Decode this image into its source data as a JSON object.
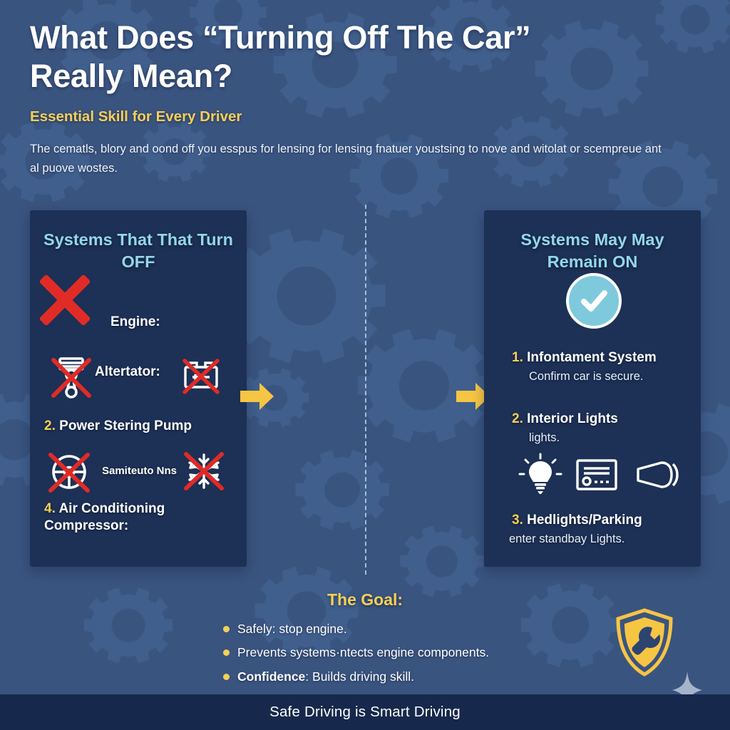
{
  "header": {
    "title": "What Does “Turning Off The Car” Really Mean?",
    "subtitle": "Essential Skill for Every Driver",
    "intro": "The cematls, blory and oond off you esspus for lensing for lensing fnatuer youstsing to nove and witolat or scempreue ant al puove wostes."
  },
  "panel_off": {
    "title": "Systems That That Turn OFF",
    "items": [
      {
        "num": "",
        "label": "Engine:",
        "icons": [
          "x-mark-icon"
        ]
      },
      {
        "num": "",
        "label": "Altertator:",
        "icons": [
          "piston-crossed-icon",
          "battery-crossed-icon"
        ]
      },
      {
        "num": "2.",
        "label": "Power Stering Pump",
        "icons": [
          "steering-wheel-crossed-icon",
          "snowflake-crossed-icon"
        ]
      },
      {
        "num": "4.",
        "label": "Air Conditioning Compressor:",
        "icons": []
      }
    ],
    "mid_label": "Samiteuto Nns"
  },
  "panel_on": {
    "title": "Systems May May Remain ON",
    "items": [
      {
        "num": "1.",
        "label": "Infontament System",
        "sub": "Confirm car is secure."
      },
      {
        "num": "2.",
        "label": "Interior Lights",
        "sub": "lights."
      },
      {
        "num": "3.",
        "label": "Hedlights/Parking",
        "sub": "enter standbay Lights."
      }
    ],
    "icons": [
      "lightbulb-icon",
      "infotainment-radio-icon",
      "headlight-icon"
    ]
  },
  "goal": {
    "title": "The Goal:",
    "bullets": [
      {
        "lead": "",
        "text": "Safely: stop engine."
      },
      {
        "lead": "",
        "text": "Prevents systems·ntects engine components."
      },
      {
        "lead": "Confidence",
        "text": ": Builds driving skill."
      }
    ]
  },
  "footer": {
    "text": "Safe Driving is Smart Driving"
  },
  "colors": {
    "background": "#3a5480",
    "panel": "#1d3055",
    "panel_title": "#93d7ea",
    "accent_yellow": "#f6cf56",
    "accent_red": "#e02b26",
    "check_teal": "#7fc9dd",
    "footer_bar": "#16294c"
  }
}
